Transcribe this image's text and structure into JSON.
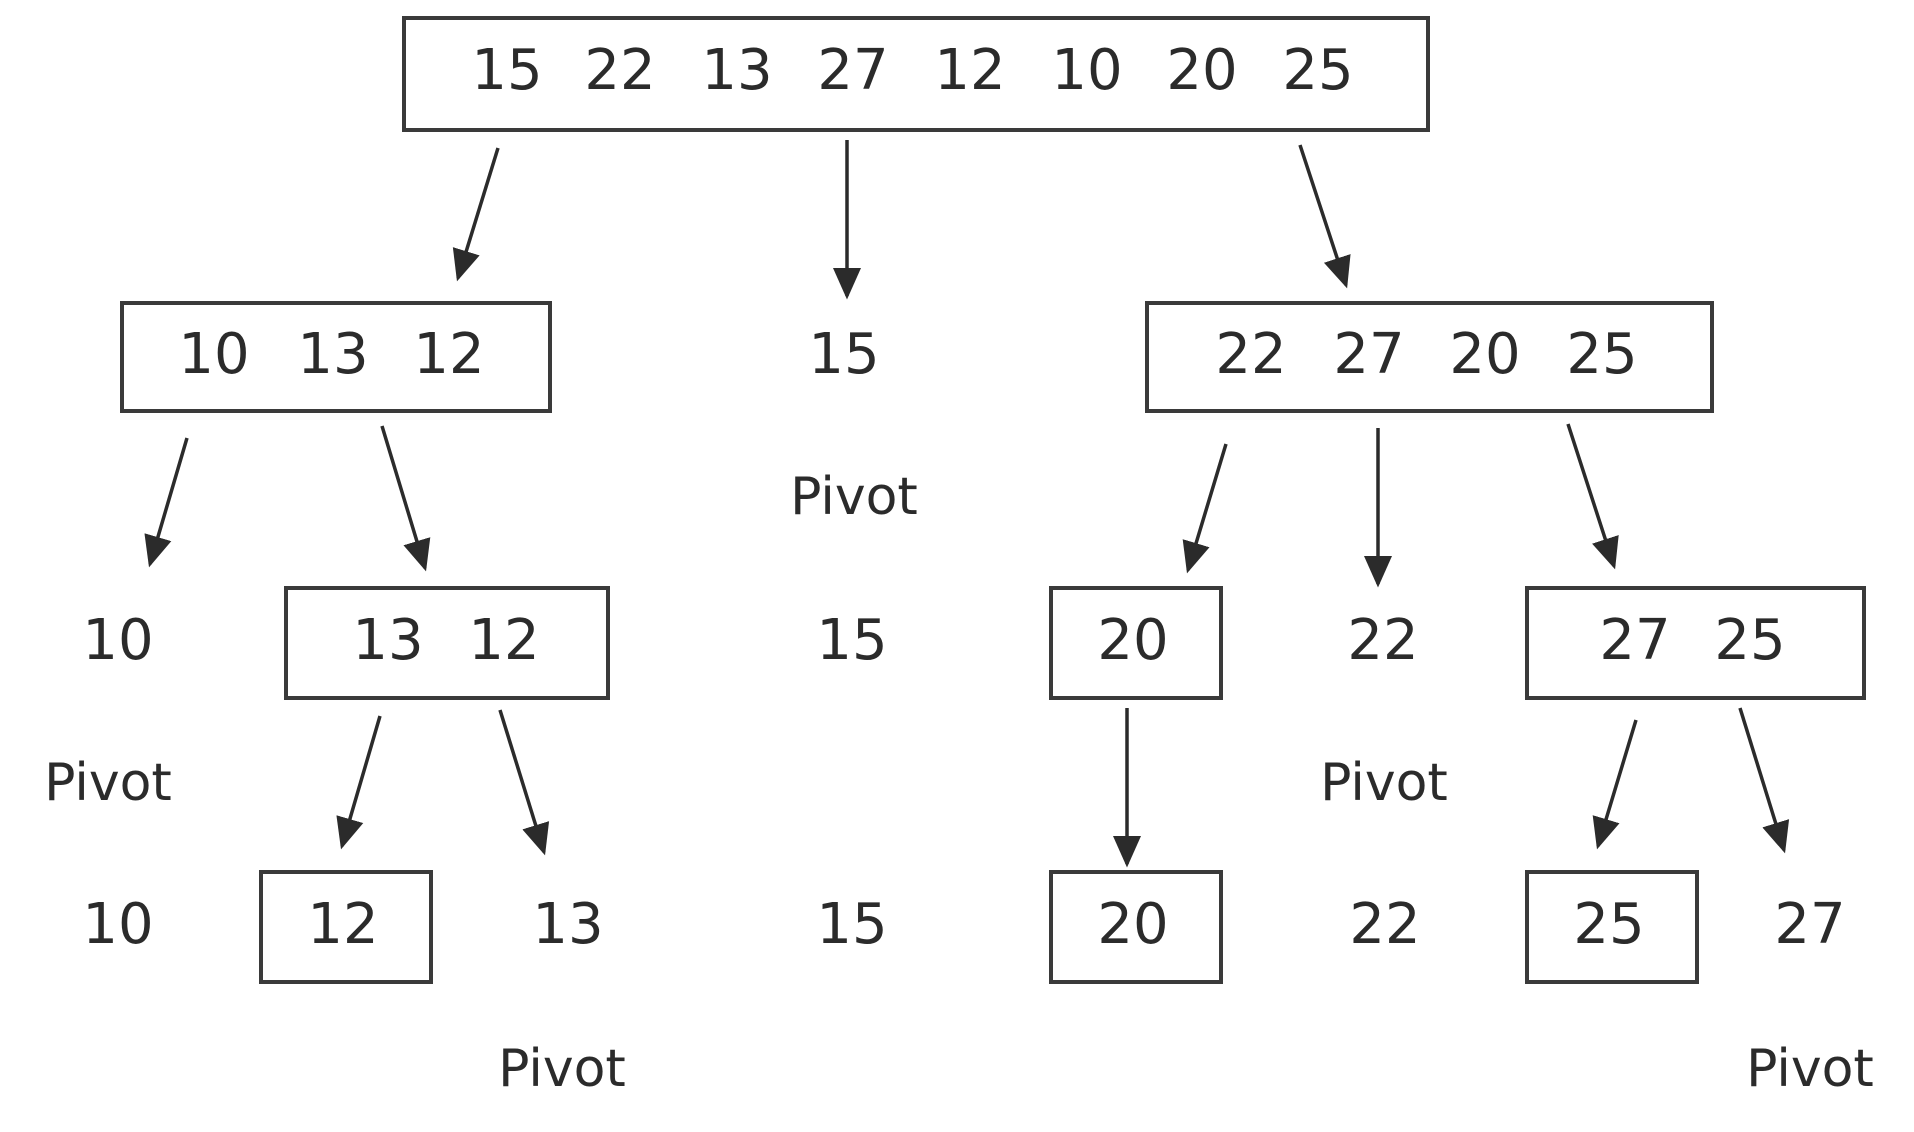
{
  "root": {
    "values": [
      "15",
      "22",
      "13",
      "27",
      "12",
      "10",
      "20",
      "25"
    ]
  },
  "level1": {
    "left_box": [
      "10",
      "13",
      "12"
    ],
    "pivot_value": "15",
    "pivot_label": "Pivot",
    "right_box": [
      "22",
      "27",
      "20",
      "25"
    ]
  },
  "level2": {
    "left_value": "10",
    "left_pivot_label": "Pivot",
    "mid_box": [
      "13",
      "12"
    ],
    "carry_value": "15",
    "box_20": "20",
    "value_22": "22",
    "value_22_pivot_label": "Pivot",
    "right_box": [
      "27",
      "25"
    ]
  },
  "level3": {
    "value_10": "10",
    "box_12": "12",
    "value_13": "13",
    "value_13_pivot_label": "Pivot",
    "value_15": "15",
    "box_20": "20",
    "value_22": "22",
    "box_25": "25",
    "value_27": "27",
    "value_27_pivot_label": "Pivot"
  }
}
